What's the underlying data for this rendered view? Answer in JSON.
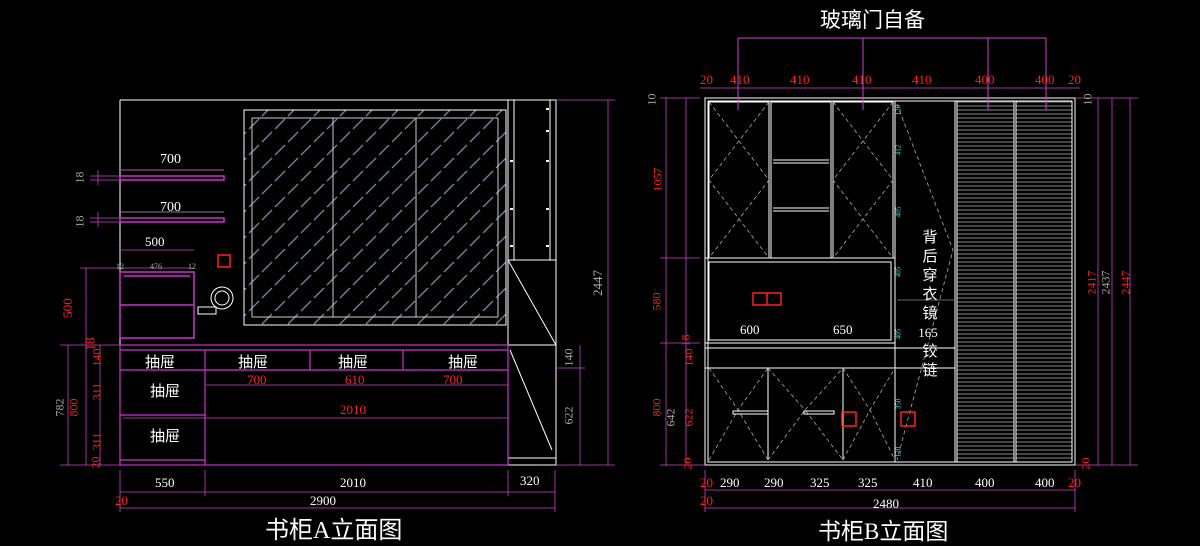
{
  "colors": {
    "background": "#000000",
    "line": "#ffffff",
    "dimension_text": "#ff2020",
    "dimension_line": "#cc44cc",
    "annotation_text": "#ffffff",
    "small_dims": "#40e0d0",
    "accent": "#cc33cc"
  },
  "elevation_a": {
    "title": "书柜A立面图",
    "shelf_width_top": "700",
    "shelf_width_bottom": "700",
    "shelf_thickness_top": "18",
    "shelf_thickness_bottom": "18",
    "hanging_cabinet_width": "500",
    "hanging_cabinet_height": "500",
    "hanging_cabinet_sub1": "476",
    "hanging_cabinet_sub2": "12",
    "hanging_cabinet_sub3": "12",
    "hanging_cabinet_board": "18",
    "drawer_labels": [
      "抽屉",
      "抽屉",
      "抽屉",
      "抽屉",
      "抽屉",
      "抽屉"
    ],
    "drawer_widths": [
      "700",
      "610",
      "700"
    ],
    "desk_width": "2010",
    "left_heights": [
      "782",
      "800",
      "20",
      "311",
      "311",
      "140"
    ],
    "right_heights": [
      "140",
      "622"
    ],
    "total_height": "2447",
    "bottom_widths": [
      "550",
      "2010",
      "320"
    ],
    "bottom_offset": "20",
    "total_width": "2900"
  },
  "elevation_b": {
    "title": "书柜B立面图",
    "glass_note": "玻璃门自备",
    "top_widths": [
      "20",
      "410",
      "410",
      "410",
      "410",
      "400",
      "400",
      "20"
    ],
    "left_heights": [
      "10",
      "1057",
      "580",
      "18",
      "140",
      "800",
      "642",
      "622",
      "20"
    ],
    "right_heights": [
      "10",
      "2417",
      "2437",
      "2447",
      "20"
    ],
    "desk_widths": [
      "600",
      "650"
    ],
    "mirror_note_chars": [
      "背",
      "后",
      "穿",
      "衣",
      "镜",
      "165",
      "铰",
      "链"
    ],
    "mirror_small_dims": [
      "120",
      "412",
      "405",
      "405",
      "405",
      "350",
      "120"
    ],
    "bottom_widths": [
      "20",
      "290",
      "290",
      "325",
      "325",
      "410",
      "400",
      "400",
      "20"
    ],
    "bottom_offset": "20",
    "total_width": "2480"
  }
}
